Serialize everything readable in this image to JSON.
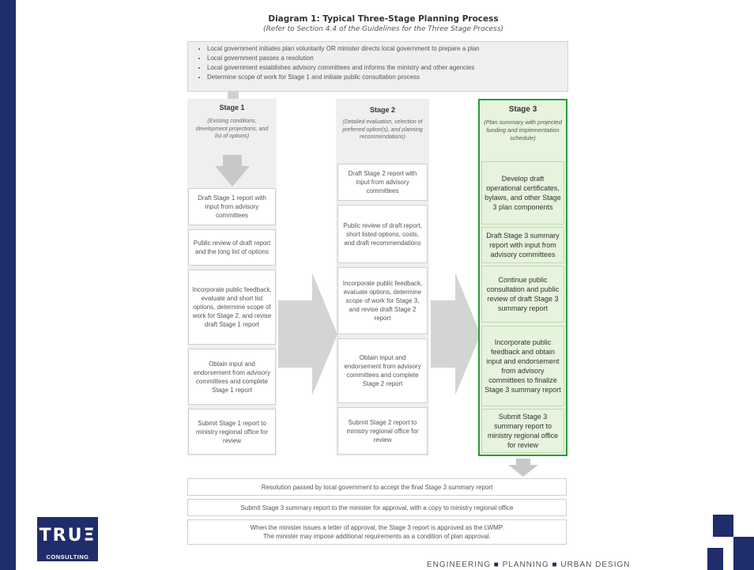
{
  "diagram": {
    "title": "Diagram 1: Typical Three-Stage Planning Process",
    "subtitle": "(Refer to Section 4.4 of the Guidelines for the Three Stage Process)",
    "intro_bullets": [
      "Local government initiates plan voluntarily OR minister directs local government to prepare a plan",
      "Local government passes a resolution",
      "Local government establishes advisory committees and informs the ministry and other agencies",
      "Determine scope of work for Stage 1 and initiate public consultation process"
    ],
    "stage1": {
      "title": "Stage 1",
      "note": "(Existing conditions, development projections, and list of options)",
      "steps": [
        "Draft Stage 1 report with input from advisory committees",
        "Public review of draft report and the long list of options",
        "Incorporate public feedback, evaluate and short list options, determine scope of work for Stage 2, and revise draft Stage 1 report",
        "Obtain input and endorsement from advisory committees and complete Stage 1 report",
        "Submit Stage 1 report to ministry regional office for review"
      ]
    },
    "stage2": {
      "title": "Stage 2",
      "note": "(Detailed evaluation, selection of preferred option(s), and planning recommendations)",
      "steps": [
        "Draft Stage 2 report with input from advisory committees",
        "Public review of draft report, short listed options, costs, and draft recommendations",
        "Incorporate public feedback, evaluate options, determine scope of work for Stage 3, and revise draft Stage 2 report",
        "Obtain input and endorsement from advisory committees and complete Stage 2 report",
        "Submit Stage 2 report to ministry regional office for review"
      ]
    },
    "stage3": {
      "title": "Stage 3",
      "note": "(Plan summary with projected funding and implementation schedule)",
      "steps": [
        "Develop draft operational certificates, bylaws, and other Stage 3 plan components",
        "Draft Stage 3 summary report with input from advisory committees",
        "Continue public consultation and public review of draft Stage 3 summary report",
        "Incorporate public feedback and obtain input and endorsement from advisory committees to finalize Stage 3 summary report",
        "Submit Stage 3 summary report to ministry regional office for review"
      ]
    },
    "final_steps": [
      "Resolution passed by local government to accept the final Stage 3 summary report",
      "Submit Stage 3 summary report to the minister for approval, with a copy to ministry regional office",
      "When the minister issues a letter of approval, the Stage 3 report is approved as the LWMP.",
      "The minister may impose additional requirements as a condition of plan approval."
    ]
  },
  "branding": {
    "logo_main": "TRUΞ",
    "logo_sub": "CONSULTING",
    "footer_items": [
      "ENGINEERING",
      "PLANNING",
      "URBAN DESIGN"
    ],
    "footer_separator": "■",
    "brand_color": "#1f2d6b",
    "highlight_color": "#2a9a3a"
  }
}
